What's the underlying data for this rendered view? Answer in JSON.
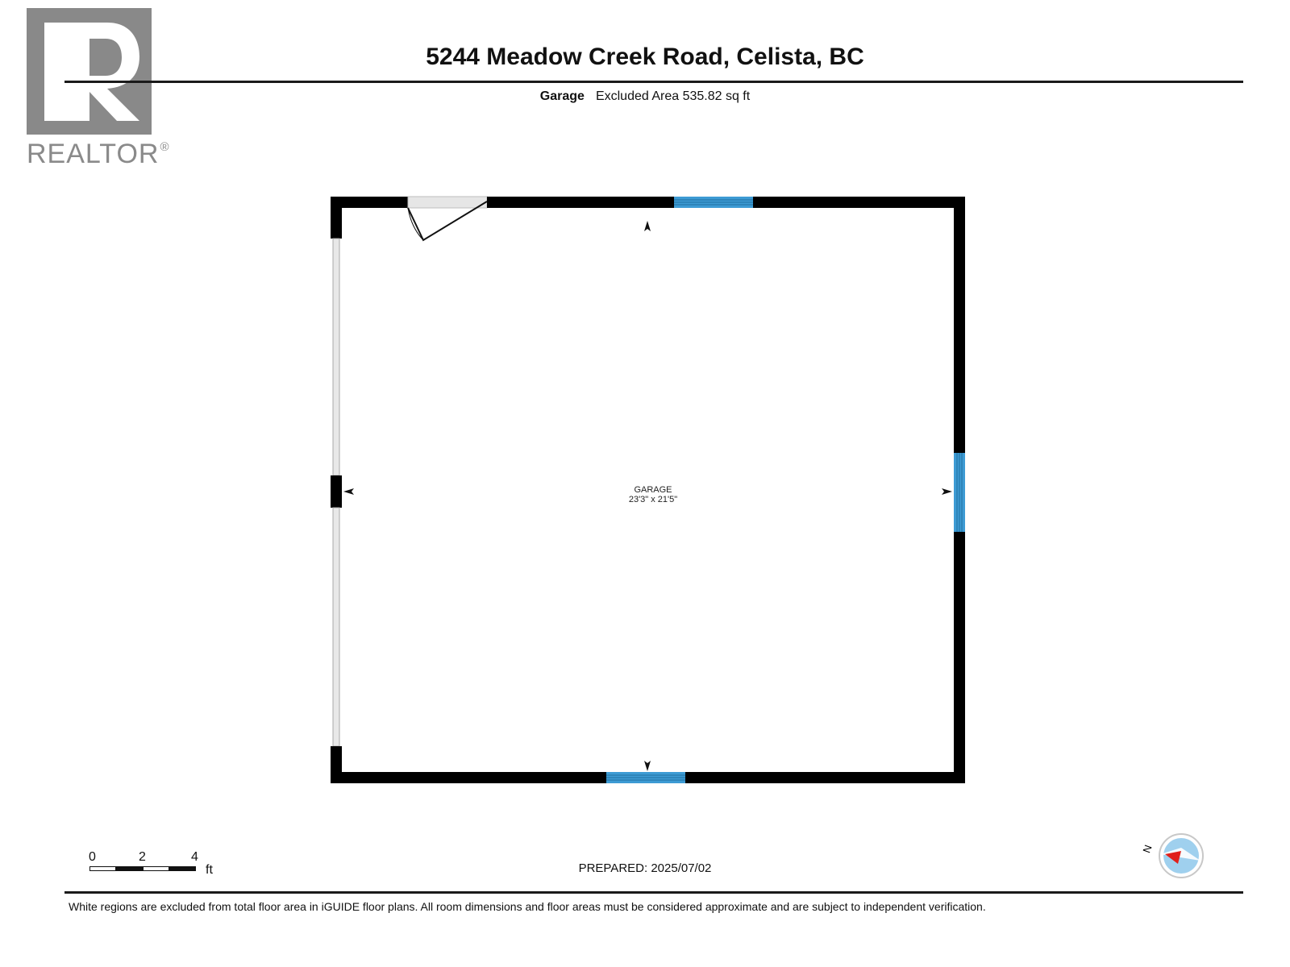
{
  "logo": {
    "word": "REALTOR",
    "reg": "®"
  },
  "header": {
    "title": "5244 Meadow Creek Road, Celista, BC",
    "area_label": "Garage",
    "area_value": "Excluded Area 535.82 sq ft"
  },
  "plan": {
    "room_name": "GARAGE",
    "room_dims": "23'3\" x 21'5\""
  },
  "scale": {
    "ticks": [
      "0",
      "2",
      "4"
    ],
    "unit": "ft"
  },
  "footer": {
    "prepared": "PREPARED: 2025/07/02",
    "compass_label": "N",
    "disclaimer": "White regions are excluded from total floor area in iGUIDE floor plans. All room dimensions and floor areas must be considered approximate and are subject to independent verification."
  },
  "colors": {
    "wall": "#000000",
    "window": "#3d9bd4",
    "logo_gray": "#898989",
    "compass_fill": "#9fd0ee",
    "compass_needle": "#e0201b"
  }
}
